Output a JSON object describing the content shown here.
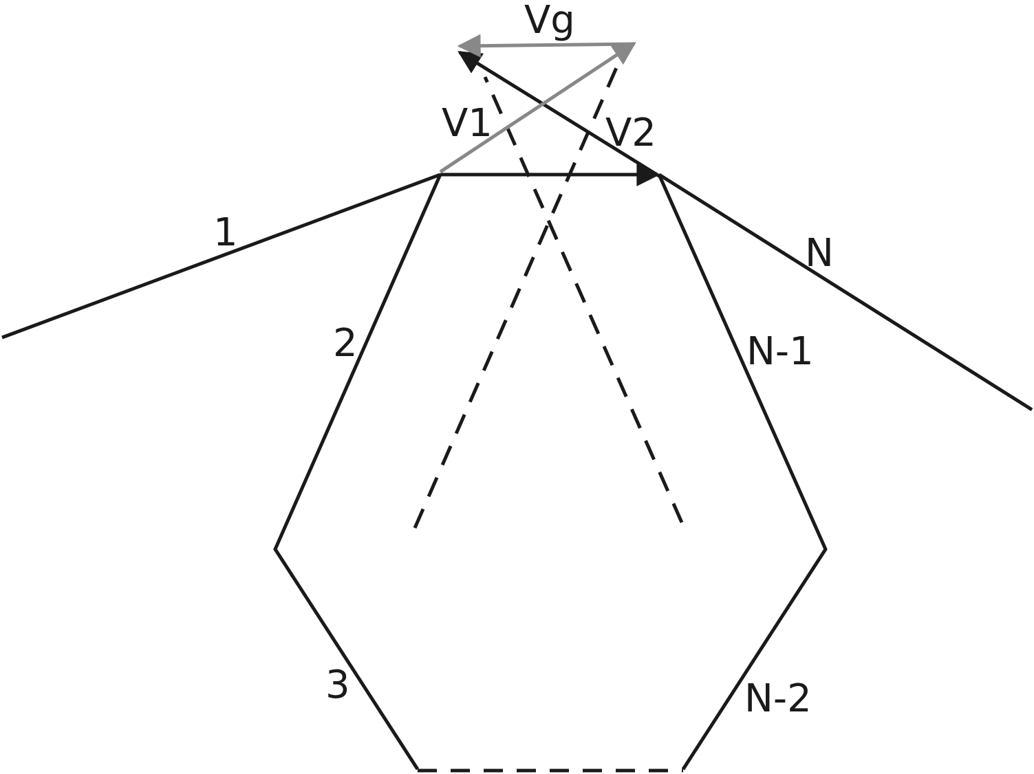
{
  "labels": {
    "vg": "Vg",
    "v1": "V1",
    "v2": "V2",
    "edge_1": "1",
    "edge_2": "2",
    "edge_3": "3",
    "edge_n": "N",
    "edge_n_minus_1": "N-1",
    "edge_n_minus_2": "N-2"
  },
  "colors": {
    "primary_line": "#1a1a1a",
    "velocity_vector": "#888888",
    "background": "#ffffff"
  }
}
